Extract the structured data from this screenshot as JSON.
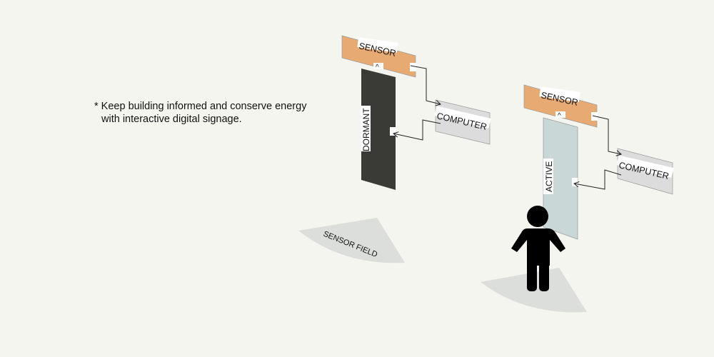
{
  "caption": {
    "line1": "* Keep building informed and conserve energy",
    "line2": "with interactive digital signage."
  },
  "dormant_scene": {
    "sensor_label": "SENSOR",
    "sensor_port": "^",
    "panel_label": "DORMANT",
    "computer_label": "COMPUTER",
    "field_label": "SENSOR FIELD"
  },
  "active_scene": {
    "sensor_label": "SENSOR",
    "sensor_port": "^",
    "panel_label": "ACTIVE",
    "computer_label": "COMPUTER"
  },
  "colors": {
    "background": "#f5f5f0",
    "sensor": "#e8aa73",
    "dormant_panel": "#3a3a37",
    "active_panel": "#c9d7d6",
    "computer": "#dcdcdc",
    "field": "#dcdedb",
    "person": "#000000"
  }
}
